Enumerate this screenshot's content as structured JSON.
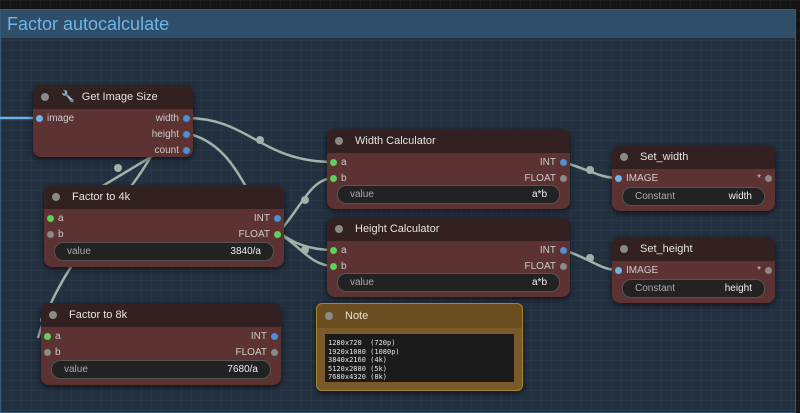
{
  "group": {
    "title": "Factor autocalculate"
  },
  "colors": {
    "int_port": "#4b8fd4",
    "float_port": "#5ad45a",
    "image_port": "#6ab4e8",
    "wire": "#9fb3a8"
  },
  "nodes": {
    "get_image_size": {
      "title": "Get Image Size",
      "icon": "wrench-icon",
      "input": "image",
      "outputs": [
        "width",
        "height",
        "count"
      ]
    },
    "factor_4k": {
      "title": "Factor to 4k",
      "inputs": [
        "a",
        "b"
      ],
      "outputs": [
        "INT",
        "FLOAT"
      ],
      "widget_label": "value",
      "widget_value": "3840/a"
    },
    "factor_8k": {
      "title": "Factor to 8k",
      "inputs": [
        "a",
        "b"
      ],
      "outputs": [
        "INT",
        "FLOAT"
      ],
      "widget_label": "value",
      "widget_value": "7680/a"
    },
    "width_calc": {
      "title": "Width Calculator",
      "inputs": [
        "a",
        "b"
      ],
      "outputs": [
        "INT",
        "FLOAT"
      ],
      "widget_label": "value",
      "widget_value": "a*b"
    },
    "height_calc": {
      "title": "Height Calculator",
      "inputs": [
        "a",
        "b"
      ],
      "outputs": [
        "INT",
        "FLOAT"
      ],
      "widget_label": "value",
      "widget_value": "a*b"
    },
    "set_width": {
      "title": "Set_width",
      "input": "IMAGE",
      "output": "*",
      "widget_label": "Constant",
      "widget_value": "width"
    },
    "set_height": {
      "title": "Set_height",
      "input": "IMAGE",
      "output": "*",
      "widget_label": "Constant",
      "widget_value": "height"
    },
    "note": {
      "title": "Note",
      "text": "1280x720  (720p)\n1920x1080 (1080p)\n3840x2160 (4k)\n5120x2880 (5k)\n7680x4320 (8k)"
    }
  }
}
